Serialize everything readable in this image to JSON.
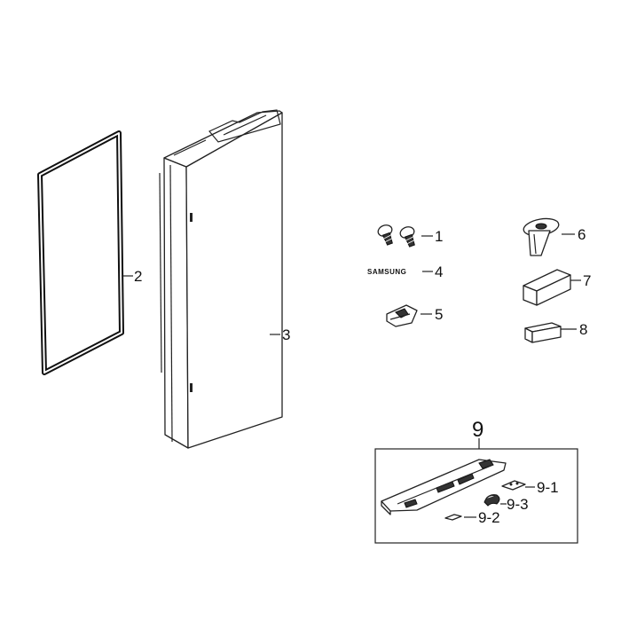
{
  "callouts": {
    "p1": "1",
    "p2": "2",
    "p3": "3",
    "p4": "4",
    "p5": "5",
    "p6": "6",
    "p7": "7",
    "p8": "8",
    "p9": "9",
    "p9_1": "9-1",
    "p9_2": "9-2",
    "p9_3": "9-3"
  },
  "logo_text": "SAMSUNG"
}
